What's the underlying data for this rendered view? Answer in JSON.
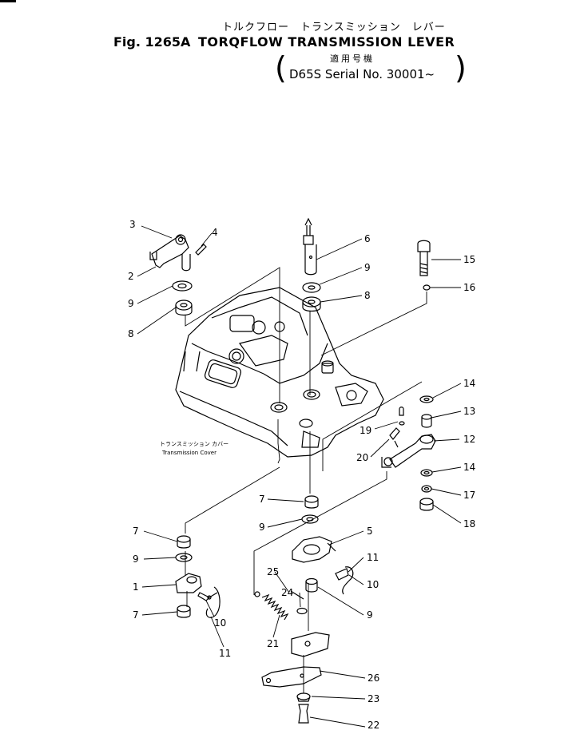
{
  "title": {
    "japanese": "トルクフロー　トランスミッション　レバー",
    "figure_number": "Fig. 1265A",
    "english": "TORQFLOW TRANSMISSION LEVER",
    "applicability_japanese": "適用号機",
    "serial": "D65S Serial No. 30001~"
  },
  "cover_label": {
    "japanese": "トランスミッション カバー",
    "english": "Transmission Cover"
  },
  "callouts": [
    "3",
    "4",
    "2",
    "9",
    "8",
    "6",
    "9",
    "8",
    "15",
    "16",
    "14",
    "13",
    "19",
    "12",
    "20",
    "14",
    "17",
    "18",
    "7",
    "7",
    "9",
    "9",
    "5",
    "1",
    "11",
    "25",
    "10",
    "24",
    "7",
    "10",
    "9",
    "21",
    "11",
    "26",
    "23",
    "22"
  ]
}
